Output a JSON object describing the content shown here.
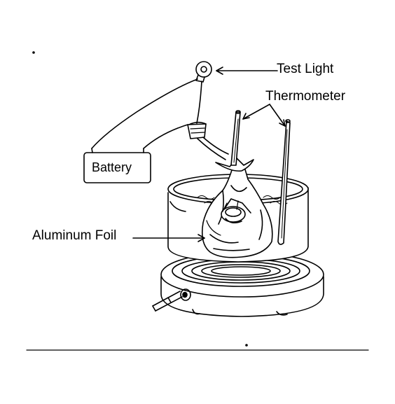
{
  "labels": {
    "test_light": "Test Light",
    "thermometer": "Thermometer",
    "battery": "Battery",
    "aluminum_foil": "Aluminum Foil"
  },
  "colors": {
    "ink": "#000000",
    "background": "#ffffff"
  }
}
